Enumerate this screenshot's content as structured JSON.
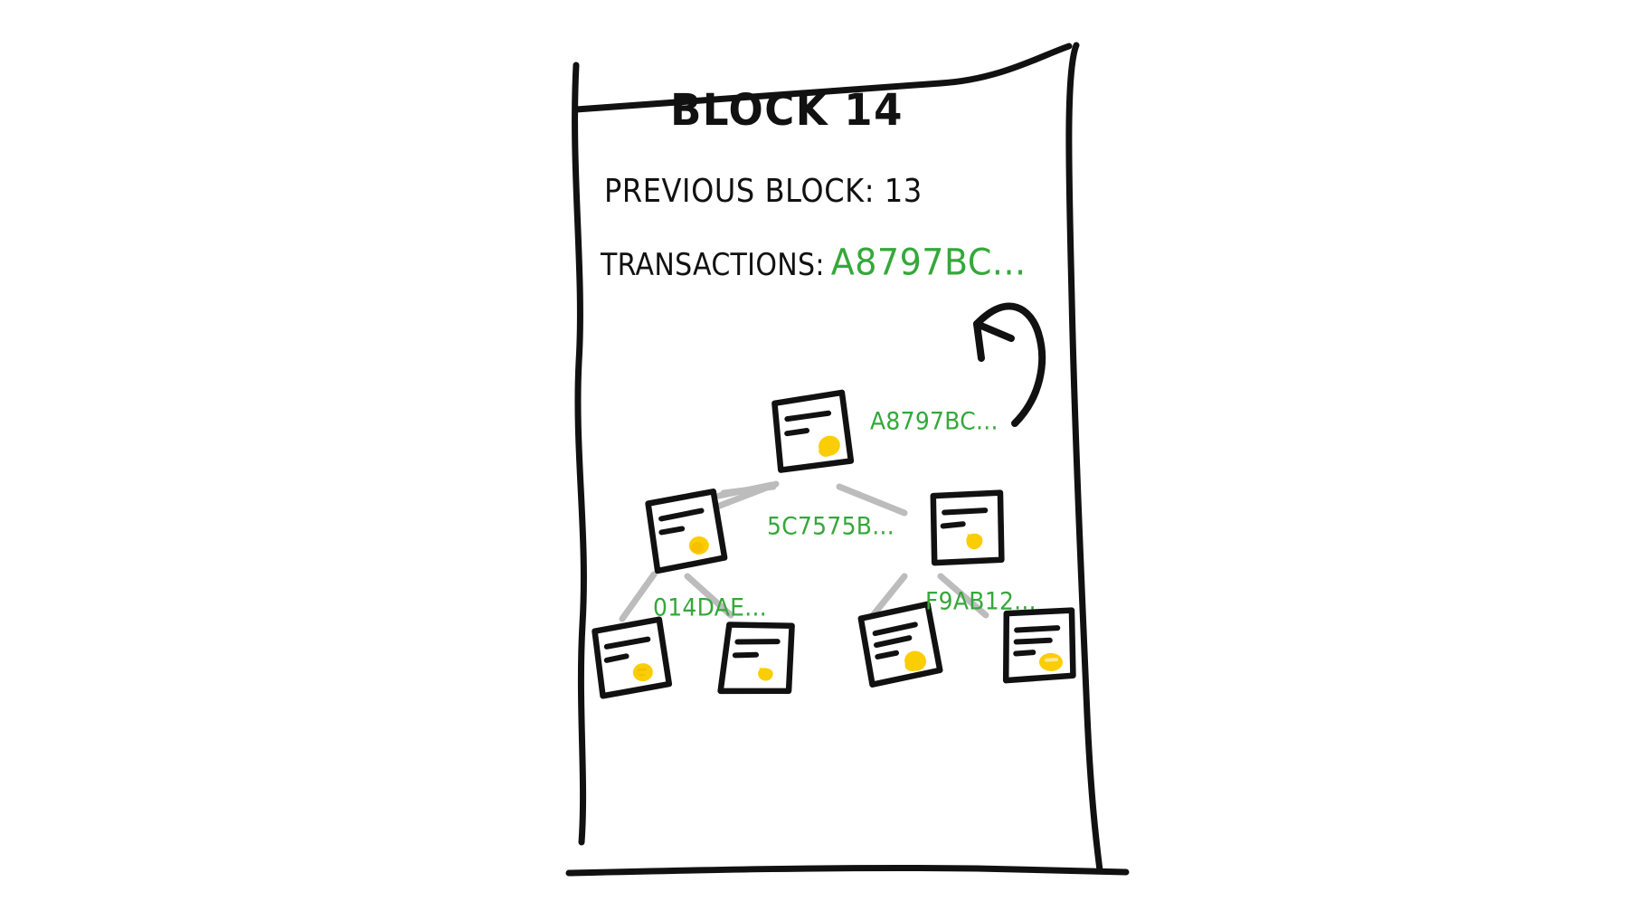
{
  "card": {
    "title": "BLOCK 14",
    "previous_block_label": "PREVIOUS BLOCK: 13",
    "transactions_label": "TRANSACTIONS:",
    "transactions_hash": "A8797BC..."
  },
  "colors": {
    "ink": "#111111",
    "hash_green": "#34a83a",
    "connector_gray": "#bcbcbc",
    "seal_yellow": "#fbcd05",
    "page_background": "#ffffff"
  },
  "merkle_tree": {
    "root": {
      "hash": "A8797BC...",
      "icon": "document-icon",
      "seal": "wax-seal-icon"
    },
    "level2": [
      {
        "hash": "5C7575B...",
        "icon": "document-icon",
        "seal": "wax-seal-icon",
        "position": "left"
      },
      {
        "hash": "5C7575B...",
        "icon": "document-icon",
        "seal": "wax-seal-icon",
        "position": "right"
      }
    ],
    "level2_hash": "5C7575B...",
    "leaves": [
      {
        "icon": "document-icon",
        "seal": "wax-seal-icon"
      },
      {
        "icon": "document-icon",
        "seal": "wax-seal-icon"
      },
      {
        "icon": "document-icon",
        "seal": "wax-seal-icon"
      },
      {
        "icon": "document-icon",
        "seal": "wax-seal-icon"
      }
    ],
    "leaf_hash_left": "014DAE...",
    "leaf_hash_right": "F9AB12..."
  },
  "annotations": {
    "root_to_transactions_arrow": "curved-arrow-icon"
  }
}
